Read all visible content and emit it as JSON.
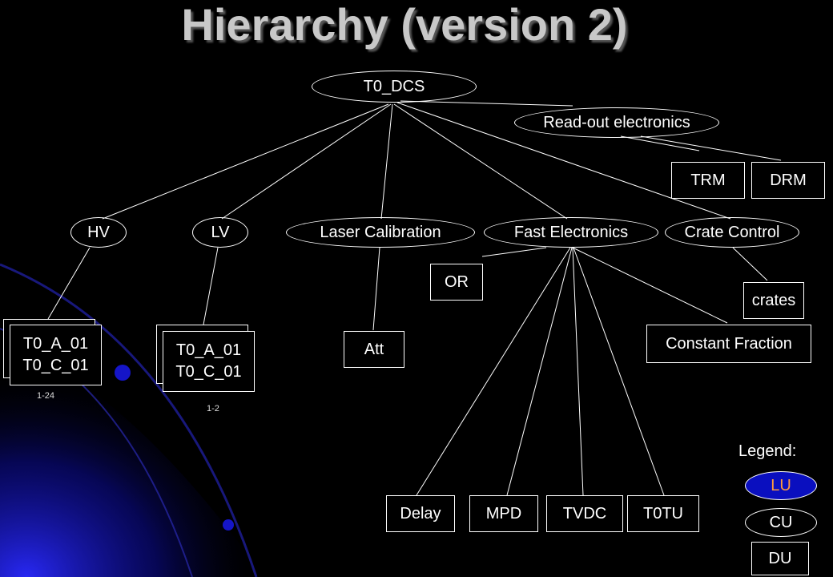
{
  "title": "Hierarchy (version 2)",
  "diagram": {
    "root": "T0_DCS",
    "readout": "Read-out electronics",
    "trm": "TRM",
    "drm": "DRM",
    "hv": "HV",
    "lv": "LV",
    "laser": "Laser Calibration",
    "fast": "Fast Electronics",
    "crate_control": "Crate Control",
    "or": "OR",
    "crates": "crates",
    "hv_child_a": "T0_A_01",
    "hv_child_c": "T0_C_01",
    "hv_range": "1-24",
    "lv_child_a": "T0_A_01",
    "lv_child_c": "T0_C_01",
    "lv_range": "1-2",
    "att": "Att",
    "cfd": "Constant Fraction",
    "delay": "Delay",
    "mpd": "MPD",
    "tvdc": "TVDC",
    "t0tu": "T0TU"
  },
  "legend": {
    "title": "Legend:",
    "lu": "LU",
    "cu": "CU",
    "du": "DU"
  },
  "colors": {
    "background": "#000000",
    "lines": "#ffffff",
    "lu_fill": "#0a0fbf",
    "lu_text": "#ff9b3c",
    "decor_blue": "#1515c8"
  }
}
